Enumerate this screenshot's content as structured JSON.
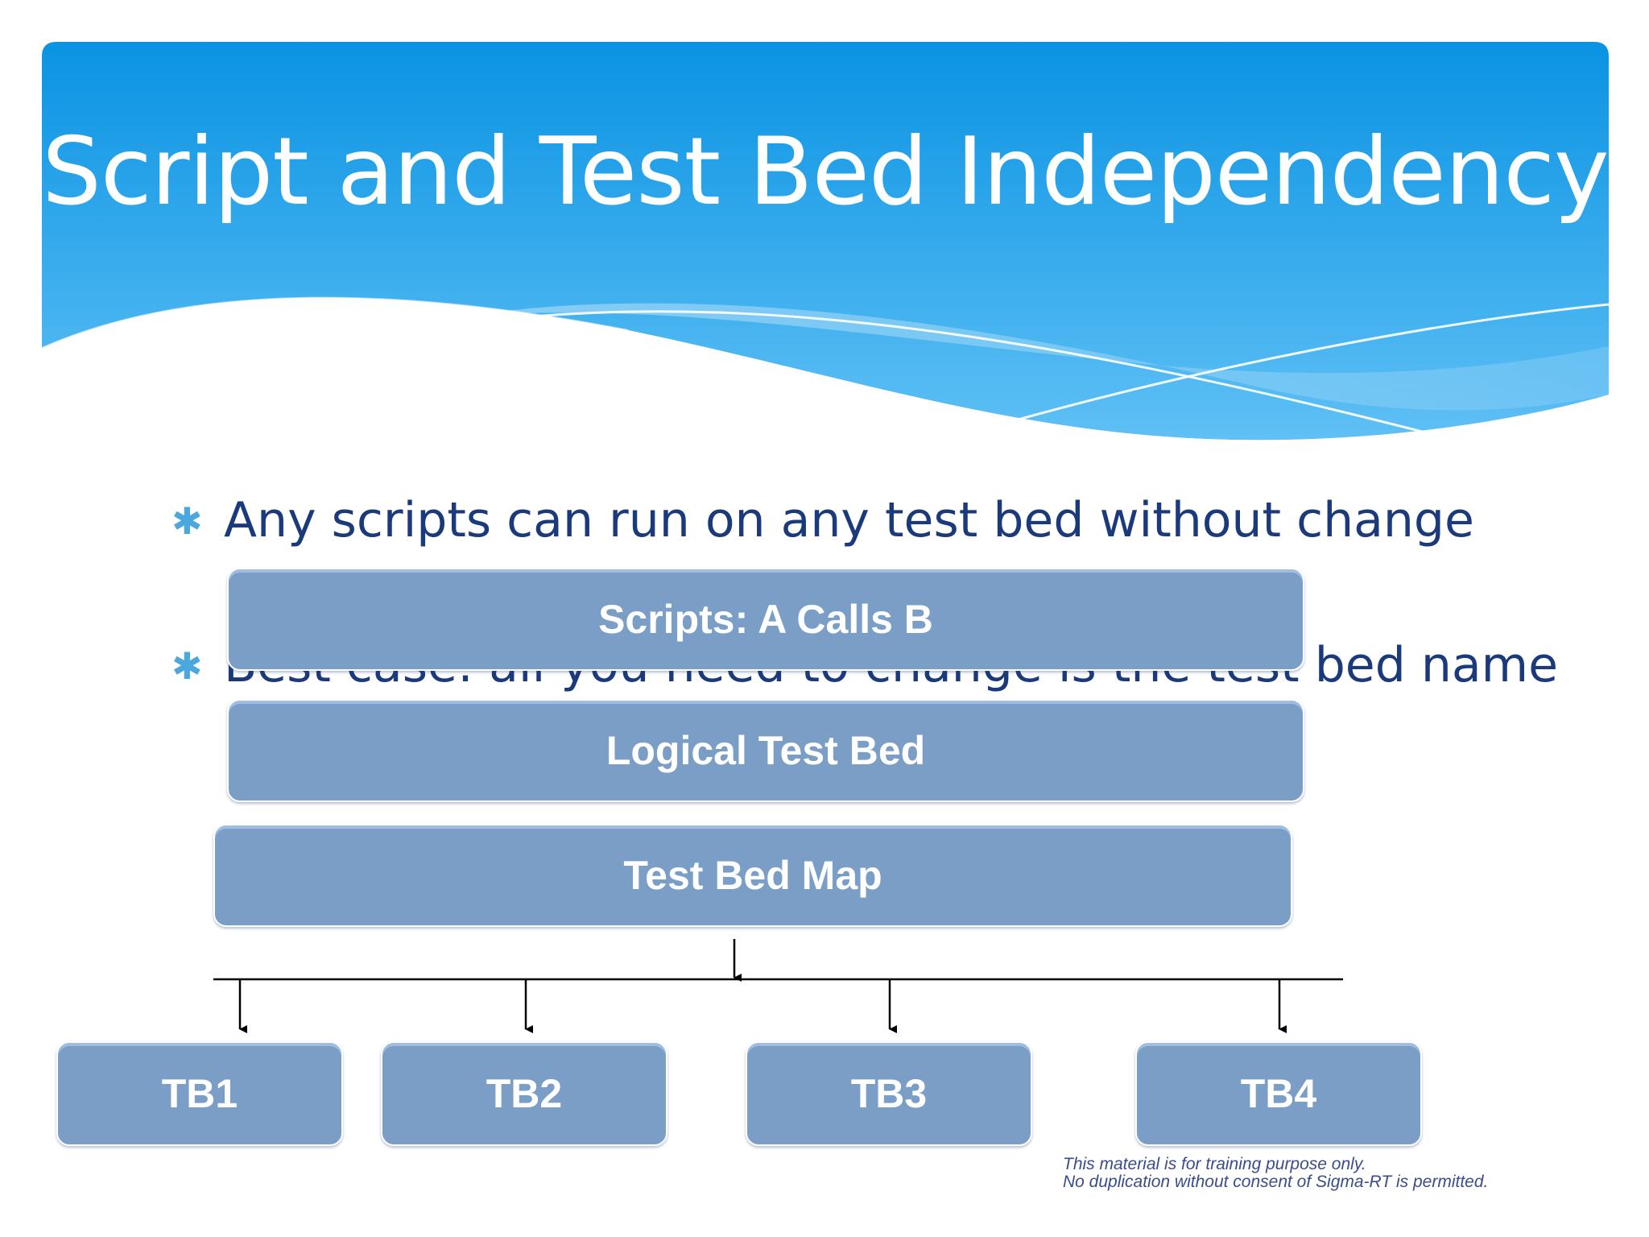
{
  "title": "Script and Test Bed Independency",
  "bullets": [
    {
      "icon": "asterisk-bullet-icon",
      "symbol": "✱",
      "text": "Any scripts can run on any test bed without change"
    },
    {
      "icon": "asterisk-bullet-icon",
      "symbol": "✱",
      "text": "Best case: all you need to change is the test bed name"
    }
  ],
  "diagram": {
    "layers": {
      "scripts": "Scripts: A Calls B",
      "logical": "Logical Test Bed",
      "map": "Test Bed Map"
    },
    "test_beds": [
      "TB1",
      "TB2",
      "TB3",
      "TB4"
    ]
  },
  "footer": {
    "line1": "This material is for training purpose only.",
    "line2": "No duplication without consent of Sigma-RT is permitted."
  },
  "colors": {
    "header_top": "#0a93e3",
    "header_bottom": "#5fc0f5",
    "box_fill": "#7a9ec6",
    "bullet_text": "#1a3a7c",
    "bullet_star": "#4aa8de",
    "footer_text": "#3a4c8c"
  }
}
